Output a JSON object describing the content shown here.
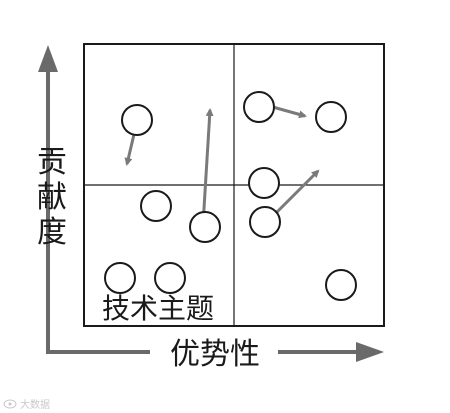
{
  "diagram": {
    "y_axis_label": [
      "贡",
      "献",
      "度"
    ],
    "x_axis_label": "优势性",
    "box_label": "技术主题",
    "watermark": "大数据",
    "colors": {
      "frame": "#1a1a1a",
      "axis_arrow": "#6a6a6a",
      "movement_arrow": "#7a7a7a",
      "circle_stroke": "#1a1a1a",
      "circle_fill": "#ffffff"
    },
    "icons": {
      "watermark_logo": "weibo-icon"
    }
  }
}
